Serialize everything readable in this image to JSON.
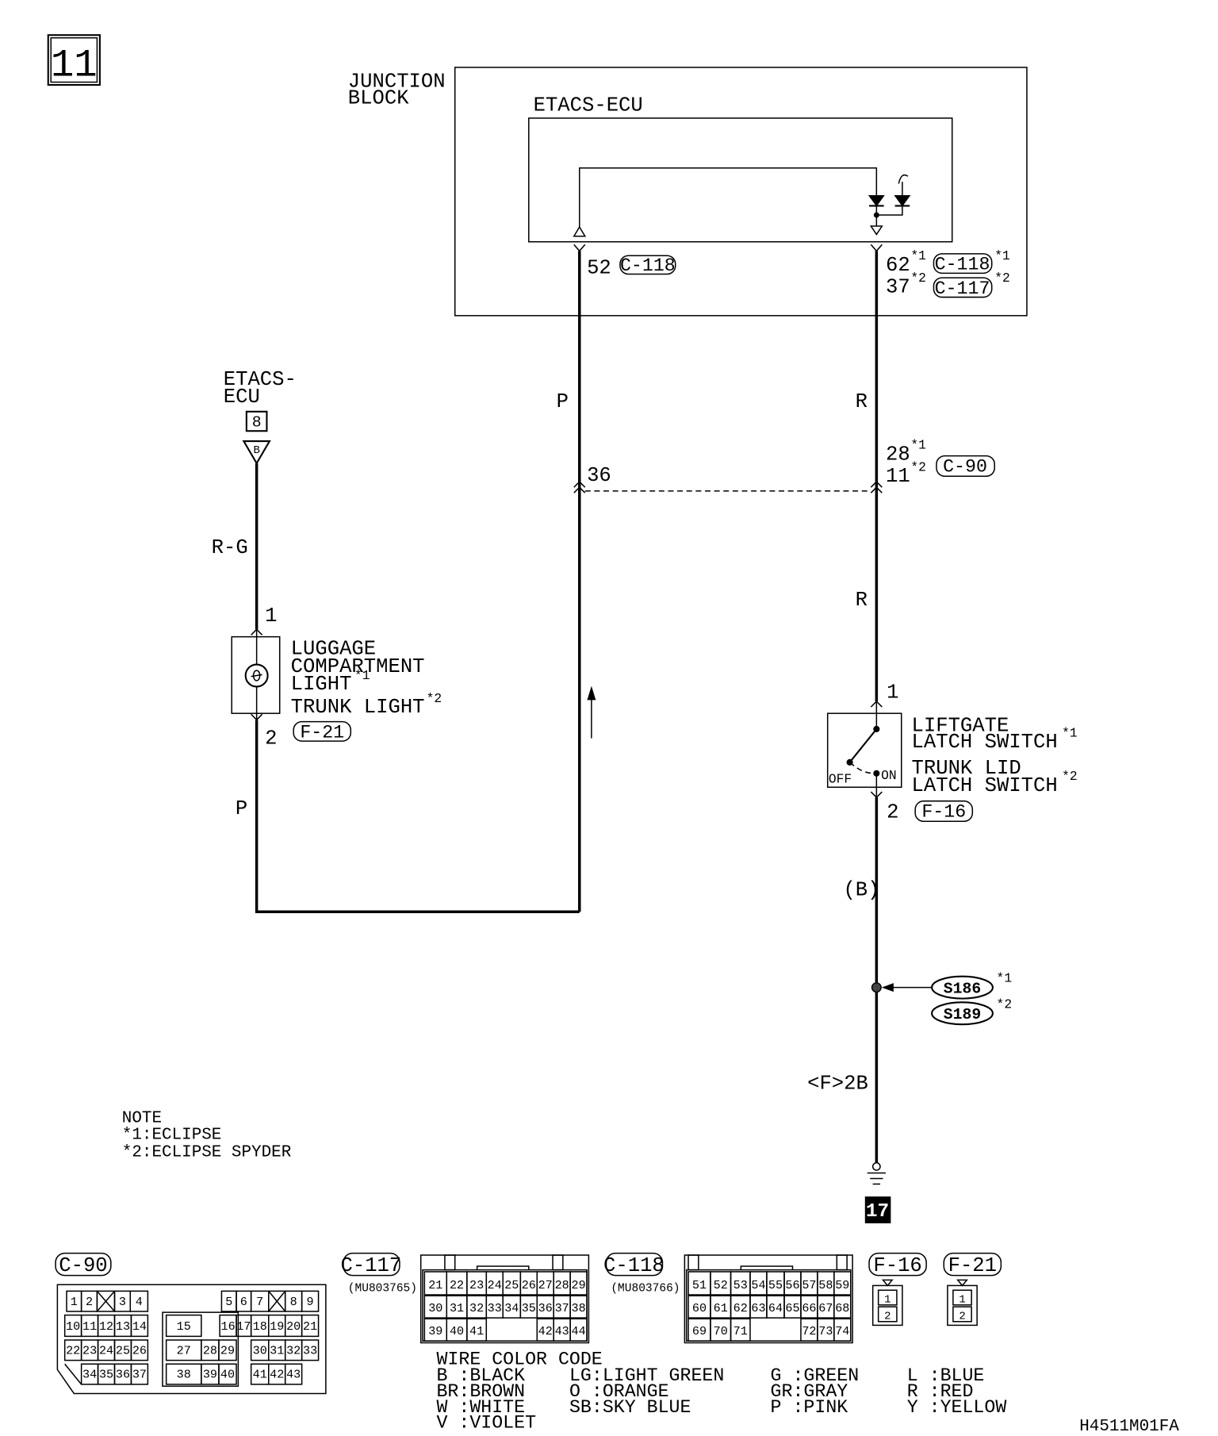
{
  "colors": {
    "ink": "#000000",
    "paper": "#ffffff"
  },
  "page_number": "11",
  "junction_block": {
    "label_line1": "JUNCTION",
    "label_line2": "BLOCK"
  },
  "etacs_ecu": {
    "label": "ETACS-ECU",
    "left_terminal": {
      "pin": "52",
      "connector": "C-118"
    },
    "right_terminal": {
      "pin_a": "62",
      "pin_a_note": "*1",
      "connector_a": "C-118",
      "connector_a_note": "*1",
      "pin_b": "37",
      "pin_b_note": "*2",
      "connector_b": "C-117",
      "connector_b_note": "*2"
    }
  },
  "etacs_ecu_reference": {
    "label_line1": "ETACS-",
    "label_line2": "ECU",
    "page_ref": "8",
    "terminal_mark": "B"
  },
  "wire_colors": {
    "ecu_to_light": "R-G",
    "light_to_return": "P",
    "return_to_ecu": "P",
    "ecu_to_c90": "R",
    "c90_to_switch": "R",
    "switch_to_ground": "(B)"
  },
  "c90_junction": {
    "pin_left": "36",
    "pin_right_a": "28",
    "pin_right_a_note": "*1",
    "pin_right_b": "11",
    "pin_right_b_note": "*2",
    "connector": "C-90"
  },
  "luggage_light": {
    "pin_top": "1",
    "pin_bottom": "2",
    "name_line1": "LUGGAGE",
    "name_line2": "COMPARTMENT",
    "name_line3": "LIGHT",
    "name_note": "*1",
    "alt_name": "TRUNK LIGHT",
    "alt_note": "*2",
    "connector": "F-21"
  },
  "latch_switch": {
    "pin_top": "1",
    "pin_bottom": "2",
    "name_line1": "LIFTGATE",
    "name_line2": "LATCH SWITCH",
    "name_note": "*1",
    "alt_line1": "TRUNK LID",
    "alt_line2": "LATCH SWITCH",
    "alt_note": "*2",
    "connector": "F-16",
    "off_label": "OFF",
    "on_label": "ON"
  },
  "splices": [
    {
      "id": "S186",
      "note": "*1"
    },
    {
      "id": "S189",
      "note": "*2"
    }
  ],
  "ground": {
    "location": "<F>2B",
    "page_ref": "17"
  },
  "note": {
    "title": "NOTE",
    "lines": [
      "*1:ECLIPSE",
      "*2:ECLIPSE SPYDER"
    ]
  },
  "connector_faces": {
    "c90": {
      "label": "C-90",
      "rows": [
        [
          "1",
          "2",
          "3",
          "4",
          "5",
          "6",
          "7",
          "8",
          "9"
        ],
        [
          "10",
          "11",
          "12",
          "13",
          "14",
          "15",
          "16",
          "17",
          "18",
          "19",
          "20",
          "21"
        ],
        [
          "22",
          "23",
          "24",
          "25",
          "26",
          "27",
          "28",
          "29",
          "30",
          "31",
          "32",
          "33"
        ],
        [
          "34",
          "35",
          "36",
          "37",
          "38",
          "39",
          "40",
          "41",
          "42",
          "43"
        ]
      ]
    },
    "c117": {
      "label": "C-117",
      "part_number": "(MU803765)",
      "rows": [
        [
          "21",
          "22",
          "23",
          "24",
          "25",
          "26",
          "27",
          "28",
          "29"
        ],
        [
          "30",
          "31",
          "32",
          "33",
          "34",
          "35",
          "36",
          "37",
          "38"
        ],
        [
          "39",
          "40",
          "41",
          "42",
          "43",
          "44"
        ]
      ]
    },
    "c118": {
      "label": "C-118",
      "part_number": "(MU803766)",
      "rows": [
        [
          "51",
          "52",
          "53",
          "54",
          "55",
          "56",
          "57",
          "58",
          "59"
        ],
        [
          "60",
          "61",
          "62",
          "63",
          "64",
          "65",
          "66",
          "67",
          "68"
        ],
        [
          "69",
          "70",
          "71",
          "72",
          "73",
          "74"
        ]
      ]
    },
    "f16": {
      "label": "F-16",
      "pins": [
        "1",
        "2"
      ]
    },
    "f21": {
      "label": "F-21",
      "pins": [
        "1",
        "2"
      ]
    }
  },
  "wire_color_code": {
    "title": "WIRE COLOR CODE",
    "columns": [
      [
        "B :BLACK",
        "BR:BROWN",
        "W :WHITE",
        "V :VIOLET"
      ],
      [
        "LG:LIGHT GREEN",
        "O :ORANGE",
        "SB:SKY BLUE"
      ],
      [
        "G :GREEN",
        "GR:GRAY",
        "P :PINK"
      ],
      [
        "L :BLUE",
        "R :RED",
        "Y :YELLOW"
      ]
    ]
  },
  "figure_code": "H4511M01FA"
}
